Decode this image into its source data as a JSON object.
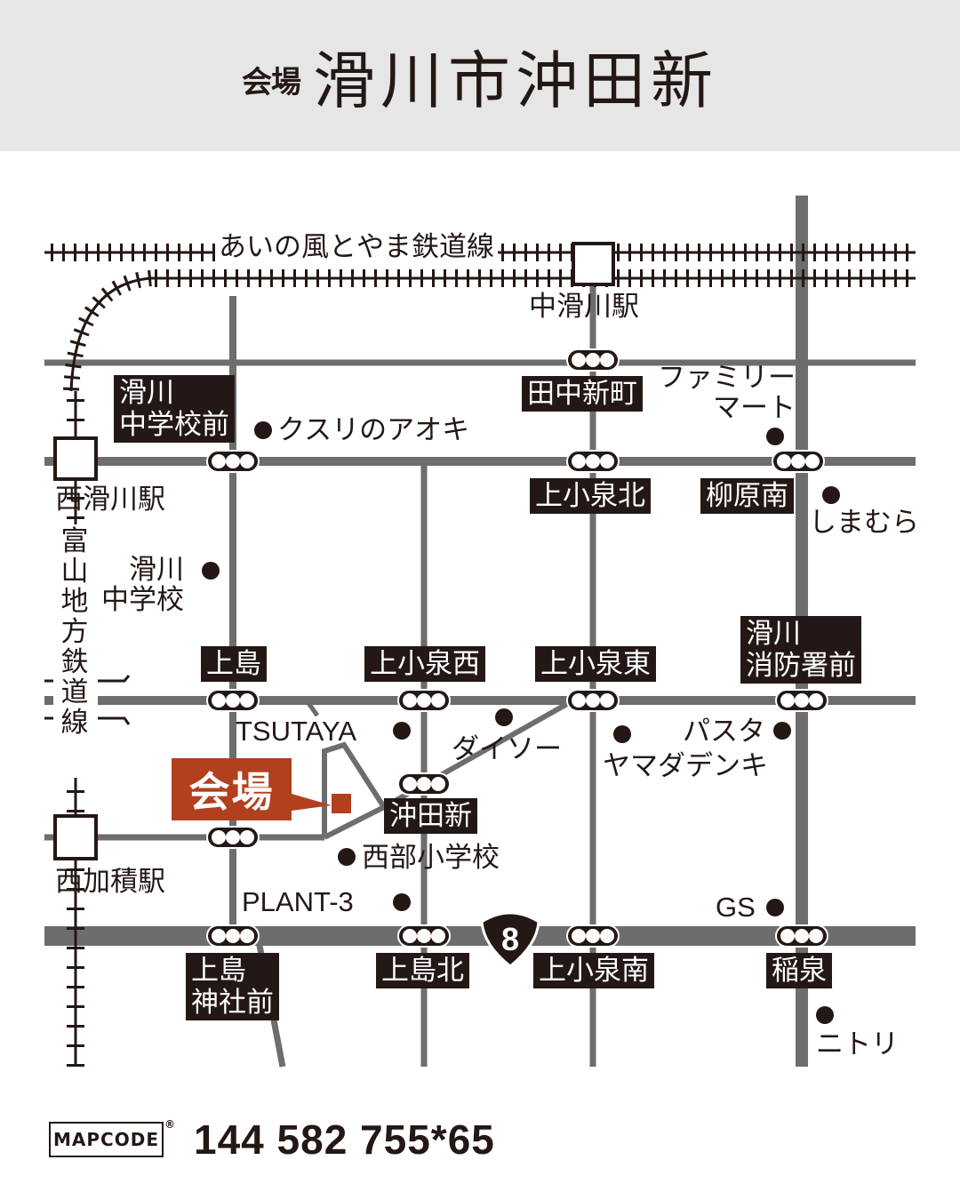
{
  "header": {
    "prefix": "会場",
    "title": "滑川市沖田新"
  },
  "railways": {
    "top_line": "あいの風とやま鉄道線",
    "left_line": "富山地方鉄道線"
  },
  "stations": {
    "naka_namerikawa": "中滑川駅",
    "nishi_namerikawa": "西滑川駅",
    "nishi_kazumi": "西加積駅"
  },
  "intersections": {
    "namerikawa_chugakko_mae": "滑川\n中学校前",
    "tanaka_shinmachi": "田中新町",
    "kamikoizumi_kita": "上小泉北",
    "yanagihara_minami": "柳原南",
    "kamijima": "上島",
    "kamikoizumi_nishi": "上小泉西",
    "kamikoizumi_higashi": "上小泉東",
    "shobosho_mae": "滑川\n消防署前",
    "okitashin": "沖田新",
    "kamijima_jinja_mae": "上島\n神社前",
    "kamijima_kita": "上島北",
    "kamikoizumi_minami": "上小泉南",
    "inazumi": "稲泉"
  },
  "pois": {
    "kusuri_aoki": "クスリのアオキ",
    "familymart": "ファミリー\nマート",
    "shimamura": "しまむら",
    "namerikawa_chugakko": "滑川\n中学校",
    "tsutaya": "TSUTAYA",
    "daiso": "ダイソー",
    "yamada_denki": "ヤマダデンキ",
    "pasta": "パスタ",
    "seibu_shogakko": "西部小学校",
    "plant3": "PLANT-3",
    "gs": "GS",
    "nitori": "ニトリ"
  },
  "venue": {
    "label": "会場",
    "color": "#b2401f"
  },
  "route": {
    "number": "8"
  },
  "footer": {
    "mapcode_logo": "MAPCODE",
    "registered": "®",
    "code": "144 582 755*65"
  },
  "colors": {
    "road": "#6d6d6d",
    "ink": "#231815",
    "header_bg": "#e6e6e7"
  }
}
